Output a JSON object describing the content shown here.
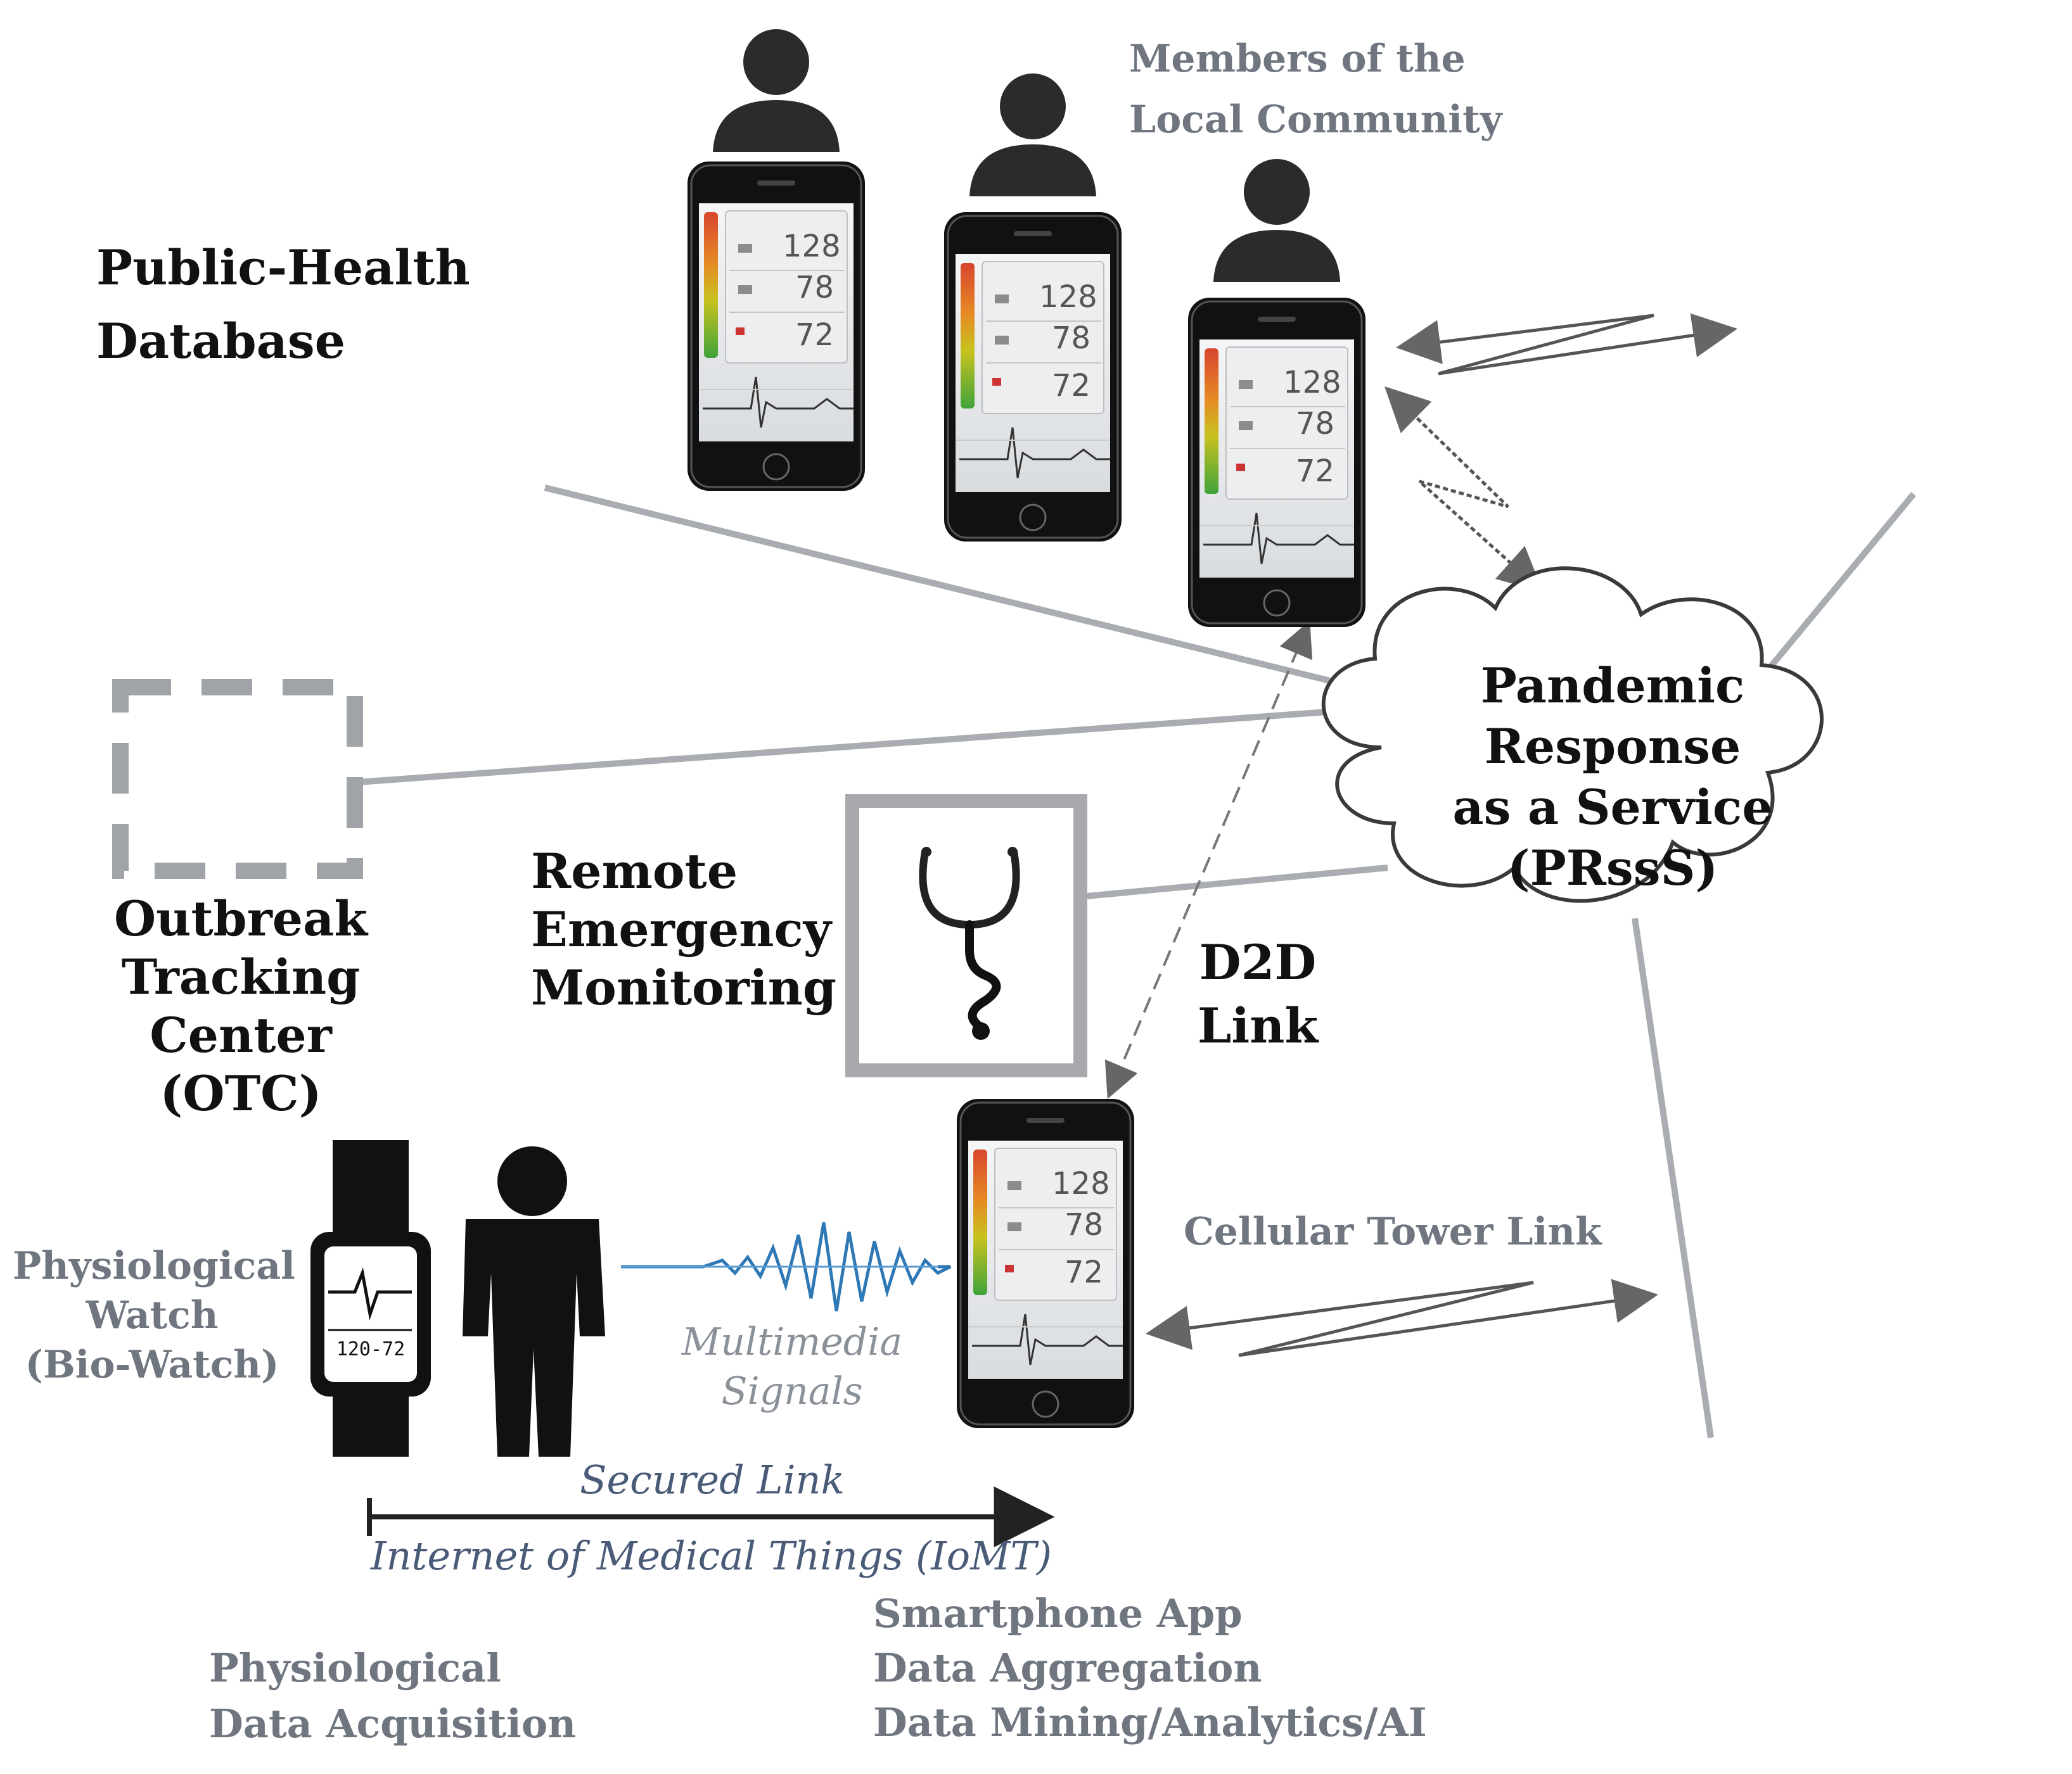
{
  "labels": {
    "public_health": [
      "Public-Health",
      "Database"
    ],
    "community": [
      "Members of the",
      "Local Community"
    ],
    "prsss": [
      "Pandemic",
      "Response",
      "as a Service",
      "(PRssS)"
    ],
    "otc": [
      "Outbreak",
      "Tracking",
      "Center",
      "(OTC)"
    ],
    "remote": [
      "Remote",
      "Emergency",
      "Monitoring"
    ],
    "d2d": [
      "D2D",
      "Link"
    ],
    "cellular": "Cellular Tower Link",
    "watch": [
      "Physiological",
      "Watch",
      "(Bio-Watch)"
    ],
    "multimedia": [
      "Multimedia",
      "Signals"
    ],
    "secured": "Secured Link",
    "iomt": "Internet of Medical Things (IoMT)",
    "acquisition": [
      "Physiological",
      "Data Acquisition"
    ],
    "app": [
      "Smartphone App",
      "Data Aggregation",
      "Data Mining/Analytics/AI"
    ]
  },
  "phone_screen": {
    "v1": "128",
    "v2": "78",
    "v3": "72",
    "watch_text": "120-72"
  },
  "icons": [
    "person-icon",
    "smartphone-icon",
    "database-icon",
    "cell-tower-icon",
    "cloud-icon",
    "stethoscope-icon",
    "smartwatch-icon",
    "waveform-icon"
  ],
  "colors": {
    "dark_text": "#111111",
    "grey_text": "#6f7680",
    "blue_text": "#4a5b78",
    "signal_blue": "#2f8fc6"
  }
}
